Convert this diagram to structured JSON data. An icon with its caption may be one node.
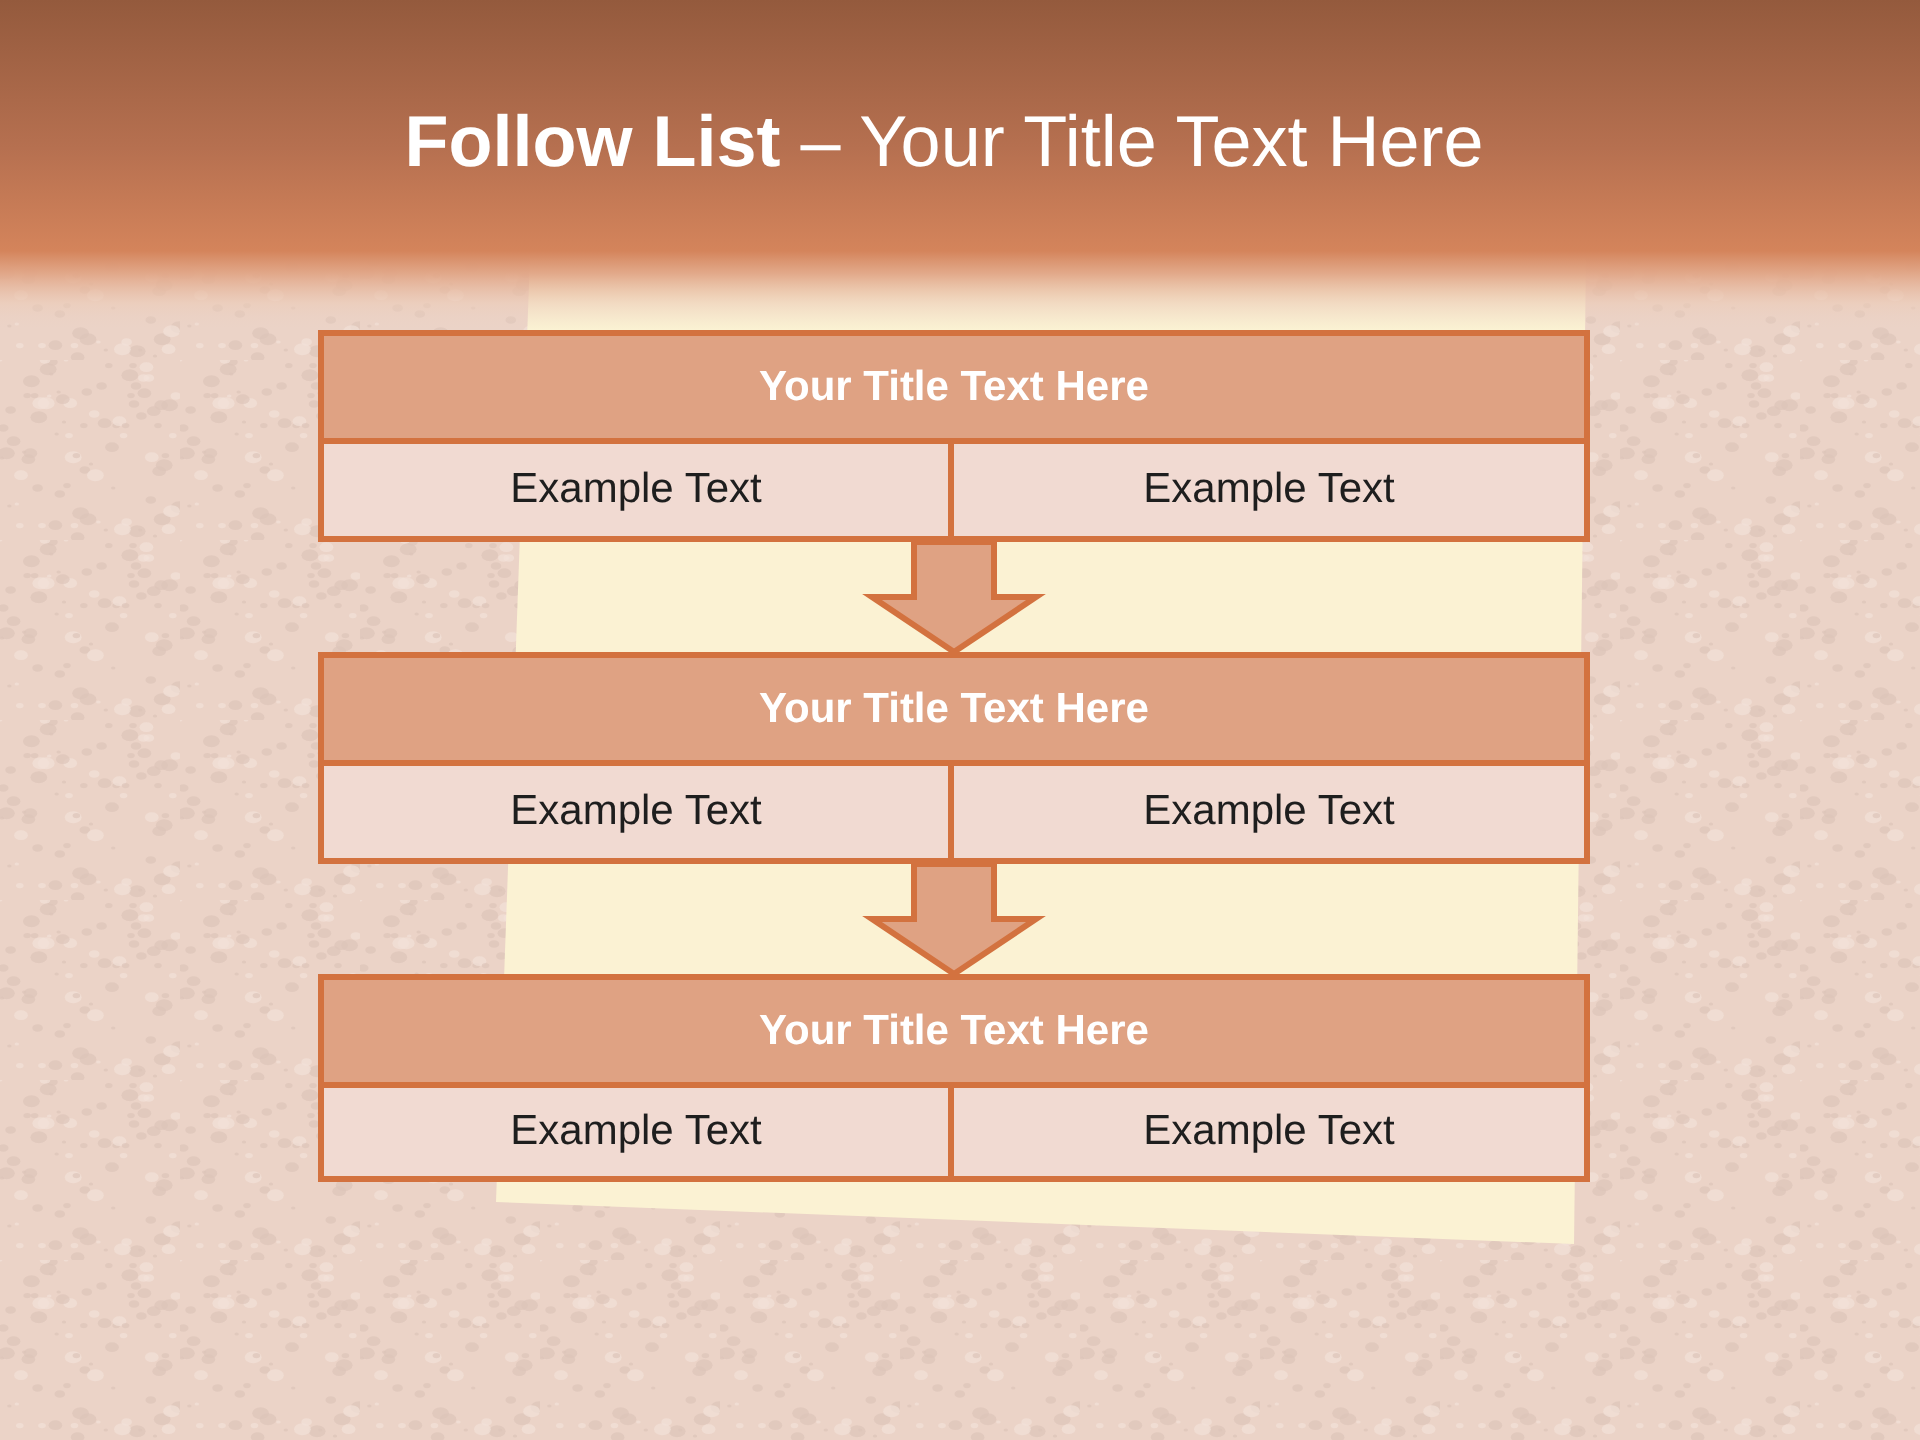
{
  "diagram": {
    "title": "**Follow List** – Your Title Text Here",
    "nodes": [
      {
        "text": [],
        "shape": "box"
      },
      {
        "text": [
          "Your Title Text Here"
        ],
        "in": 0
      },
      {
        "text": [
          "Example Text"
        ],
        "in": 0
      },
      {
        "text": [
          "Example Text"
        ],
        "in": 0
      },
      {
        "text": [],
        "shape": "box"
      },
      {
        "text": [
          "Your Title Text Here"
        ],
        "in": 4
      },
      {
        "text": [
          "Example Text"
        ],
        "in": 4
      },
      {
        "text": [
          "Example Text"
        ],
        "in": 4
      },
      {
        "text": [],
        "shape": "box"
      },
      {
        "text": [
          "Your Title Text Here"
        ],
        "in": 8
      },
      {
        "text": [
          "Example Text"
        ],
        "in": 8
      },
      {
        "text": [
          "Example Text"
        ],
        "in": 8
      }
    ],
    "edges": [
      {
        "from": 0,
        "to": 4,
        "arrow": "to"
      },
      {
        "from": 4,
        "to": 8,
        "arrow": "to"
      }
    ]
  }
}
